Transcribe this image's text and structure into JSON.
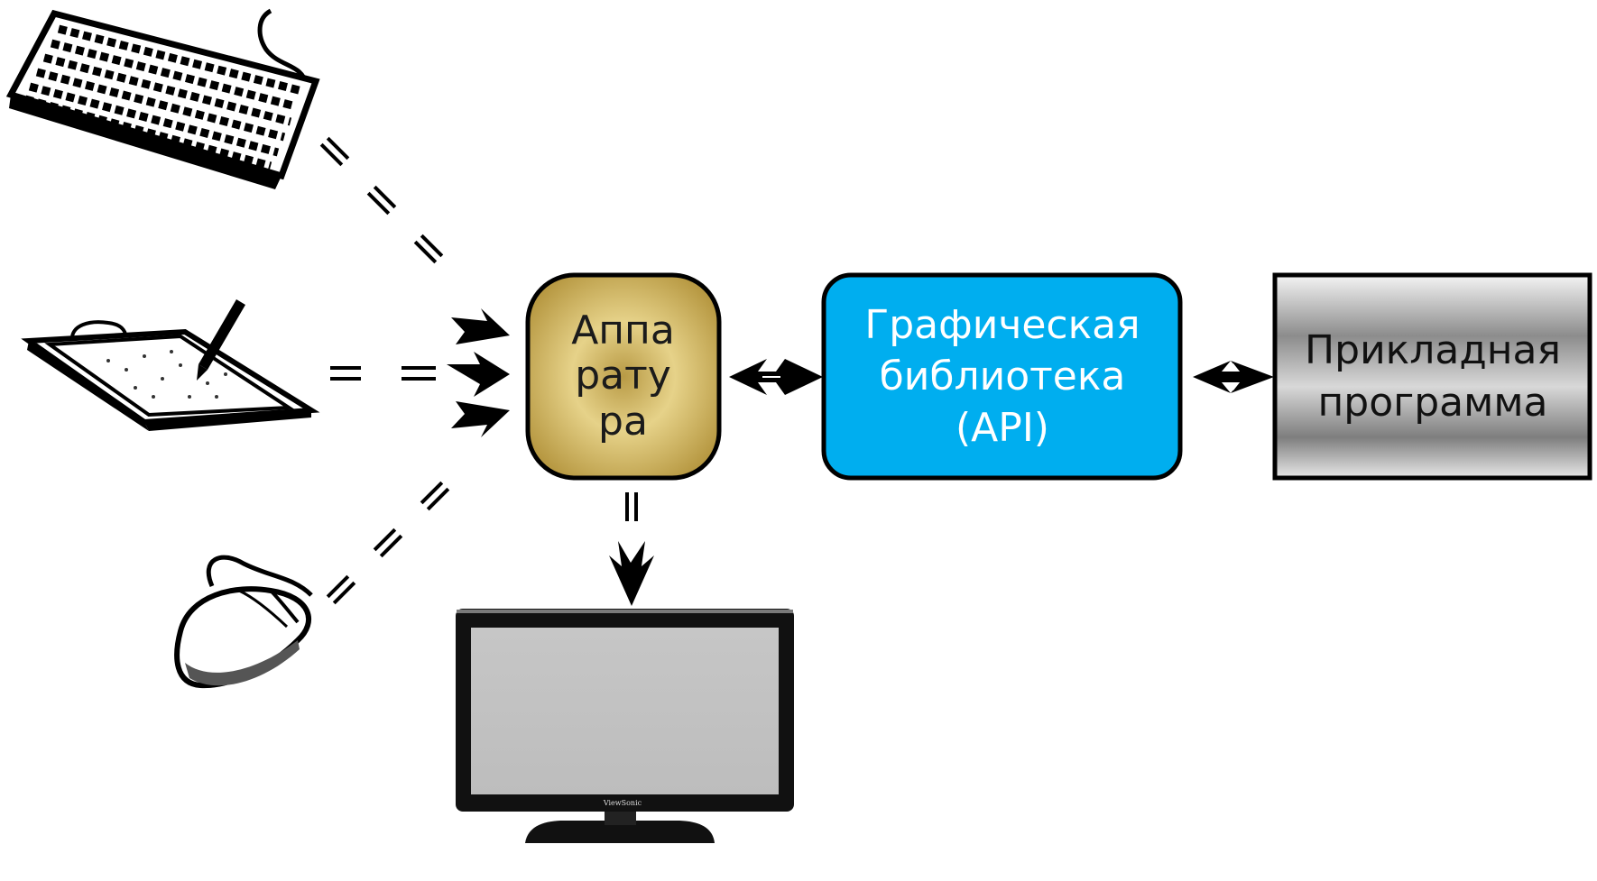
{
  "nodes": {
    "hardware": {
      "label": "Аппа\nрату\nра",
      "color": "#c9ad55"
    },
    "graphics_library": {
      "label": "Графическая\nбиблиотека\n(API)",
      "color": "#00aeef"
    },
    "application": {
      "label": "Прикладная\nпрограмма",
      "color": "#9a9a9a"
    }
  },
  "devices": [
    {
      "name": "keyboard",
      "icon": "keyboard-icon"
    },
    {
      "name": "graphics-tablet",
      "icon": "tablet-pen-icon"
    },
    {
      "name": "mouse",
      "icon": "mouse-icon"
    },
    {
      "name": "monitor",
      "icon": "monitor-icon",
      "brand": "ViewSonic"
    }
  ],
  "edges": [
    {
      "from": "keyboard",
      "to": "hardware",
      "style": "dashed-double"
    },
    {
      "from": "graphics-tablet",
      "to": "hardware",
      "style": "dashed-double"
    },
    {
      "from": "mouse",
      "to": "hardware",
      "style": "dashed-double"
    },
    {
      "from": "hardware",
      "to": "monitor",
      "style": "dashed-double"
    },
    {
      "from": "hardware",
      "to": "graphics_library",
      "style": "bidirectional"
    },
    {
      "from": "graphics_library",
      "to": "application",
      "style": "bidirectional"
    }
  ]
}
